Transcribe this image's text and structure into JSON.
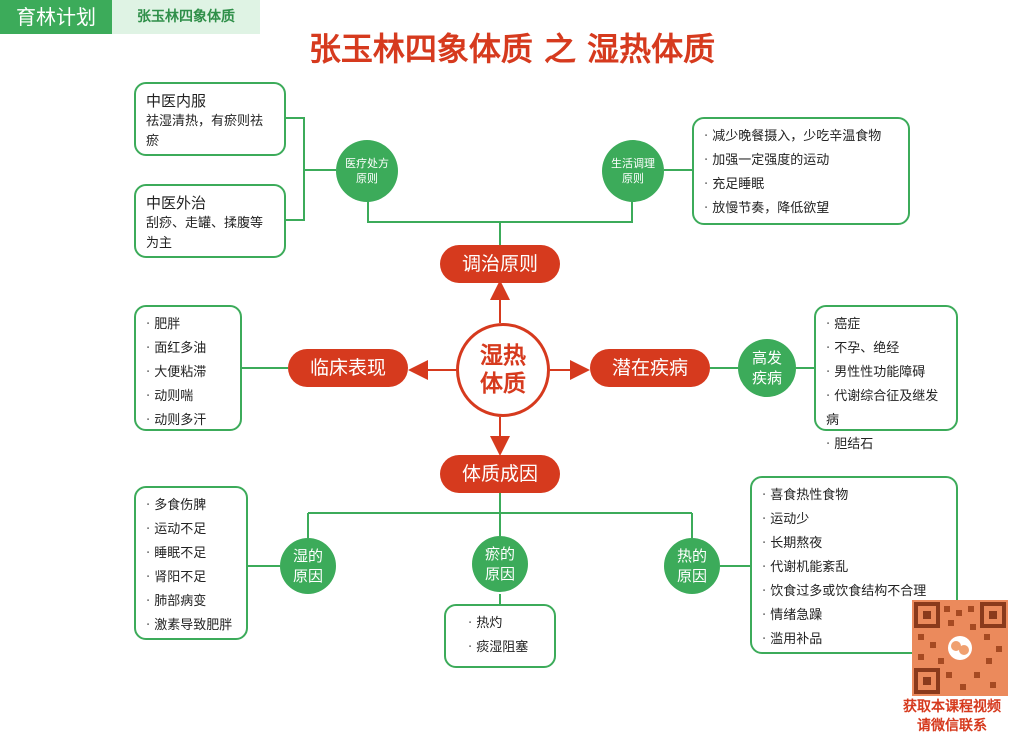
{
  "header": {
    "brand": "育林计划",
    "subtitle": "张玉林四象体质"
  },
  "title": "张玉林四象体质 之 湿热体质",
  "center": {
    "label": "湿热\n体质"
  },
  "branches": {
    "principles": "调治原则",
    "clinical": "临床表现",
    "potential": "潜在疾病",
    "causes": "体质成因"
  },
  "treatment": {
    "circle": "医疗处方\n原则",
    "internal": {
      "title": "中医内服",
      "text": "祛湿清热，有瘀则祛瘀"
    },
    "external": {
      "title": "中医外治",
      "text": "刮痧、走罐、揉腹等为主"
    }
  },
  "lifestyle": {
    "circle": "生活调理\n原则",
    "items": [
      "减少晚餐摄入，少吃辛温食物",
      "加强一定强度的运动",
      "充足睡眠",
      "放慢节奏，降低欲望"
    ]
  },
  "clinical_items": [
    "肥胖",
    "面红多油",
    "大便粘滞",
    "动则喘",
    "动则多汗"
  ],
  "high_incidence": {
    "circle": "高发\n疾病",
    "items": [
      "癌症",
      "不孕、绝经",
      "男性性功能障碍",
      "代谢综合征及继发病",
      "胆结石"
    ]
  },
  "cause_damp": {
    "circle": "湿的\n原因",
    "items": [
      "多食伤脾",
      "运动不足",
      "睡眠不足",
      "肾阳不足",
      "肺部病变",
      "激素导致肥胖"
    ]
  },
  "cause_stasis": {
    "circle": "瘀的\n原因",
    "items": [
      "热灼",
      "痰湿阻塞"
    ]
  },
  "cause_heat": {
    "circle": "热的\n原因",
    "items": [
      "喜食热性食物",
      "运动少",
      "长期熬夜",
      "代谢机能紊乱",
      "饮食过多或饮食结构不合理",
      "情绪急躁",
      "滥用补品"
    ]
  },
  "qr_caption": {
    "line1": "获取本课程视频",
    "line2": "请微信联系"
  },
  "colors": {
    "green": "#3cab5a",
    "red": "#d63a1e",
    "light_green": "#dff3e4"
  }
}
